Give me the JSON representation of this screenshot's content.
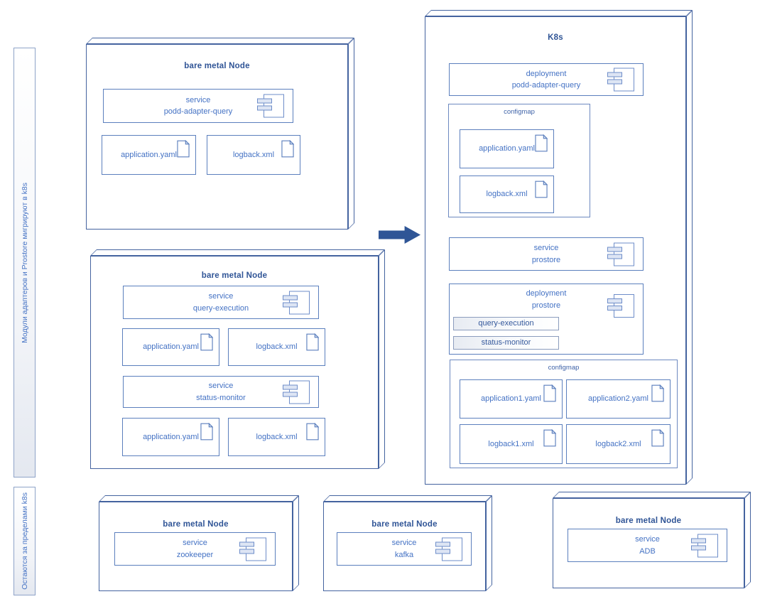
{
  "groups": {
    "migrate_label": "Модули адаптеров и Prostore мигрируют в k8s",
    "outside_label": "Остаются за пределами k8s"
  },
  "node_top": {
    "title": "bare metal Node",
    "service": {
      "kind": "service",
      "name": "podd-adapter-query"
    },
    "files": {
      "f1": "application.yaml",
      "f2": "logback.xml"
    }
  },
  "node_mid": {
    "title": "bare metal Node",
    "service1": {
      "kind": "service",
      "name": "query-execution"
    },
    "files1": {
      "f1": "application.yaml",
      "f2": "logback.xml"
    },
    "service2": {
      "kind": "service",
      "name": "status-monitor"
    },
    "files2": {
      "f1": "application.yaml",
      "f2": "logback.xml"
    }
  },
  "k8s": {
    "title": "K8s",
    "deployment1": {
      "kind": "deployment",
      "name": "podd-adapter-query"
    },
    "configmap1": {
      "label": "configmap",
      "f1": "application.yaml",
      "f2": "logback.xml"
    },
    "service": {
      "kind": "service",
      "name": "prostore"
    },
    "deployment2": {
      "kind": "deployment",
      "name": "prostore",
      "sub1": "query-execution",
      "sub2": "status-monitor"
    },
    "configmap2": {
      "label": "configmap",
      "f1": "application1.yaml",
      "f2": "application2.yaml",
      "f3": "logback1.xml",
      "f4": "logback2.xml"
    }
  },
  "node_zookeeper": {
    "title": "bare metal Node",
    "service": {
      "kind": "service",
      "name": "zookeeper"
    }
  },
  "node_kafka": {
    "title": "bare metal Node",
    "service": {
      "kind": "service",
      "name": "kafka"
    }
  },
  "node_adb": {
    "title": "bare metal Node",
    "service": {
      "kind": "service",
      "name": "ADB"
    }
  },
  "icons": {
    "component": "component-icon",
    "file": "file-icon",
    "arrow": "migration-arrow-icon"
  },
  "colors": {
    "node_border": "#44639f",
    "box_border": "#5b7fbd",
    "title_text": "#2f5496",
    "label_text": "#4472c4",
    "arrow": "#2f5596",
    "icon_tab_fill": "#dde5f4"
  }
}
